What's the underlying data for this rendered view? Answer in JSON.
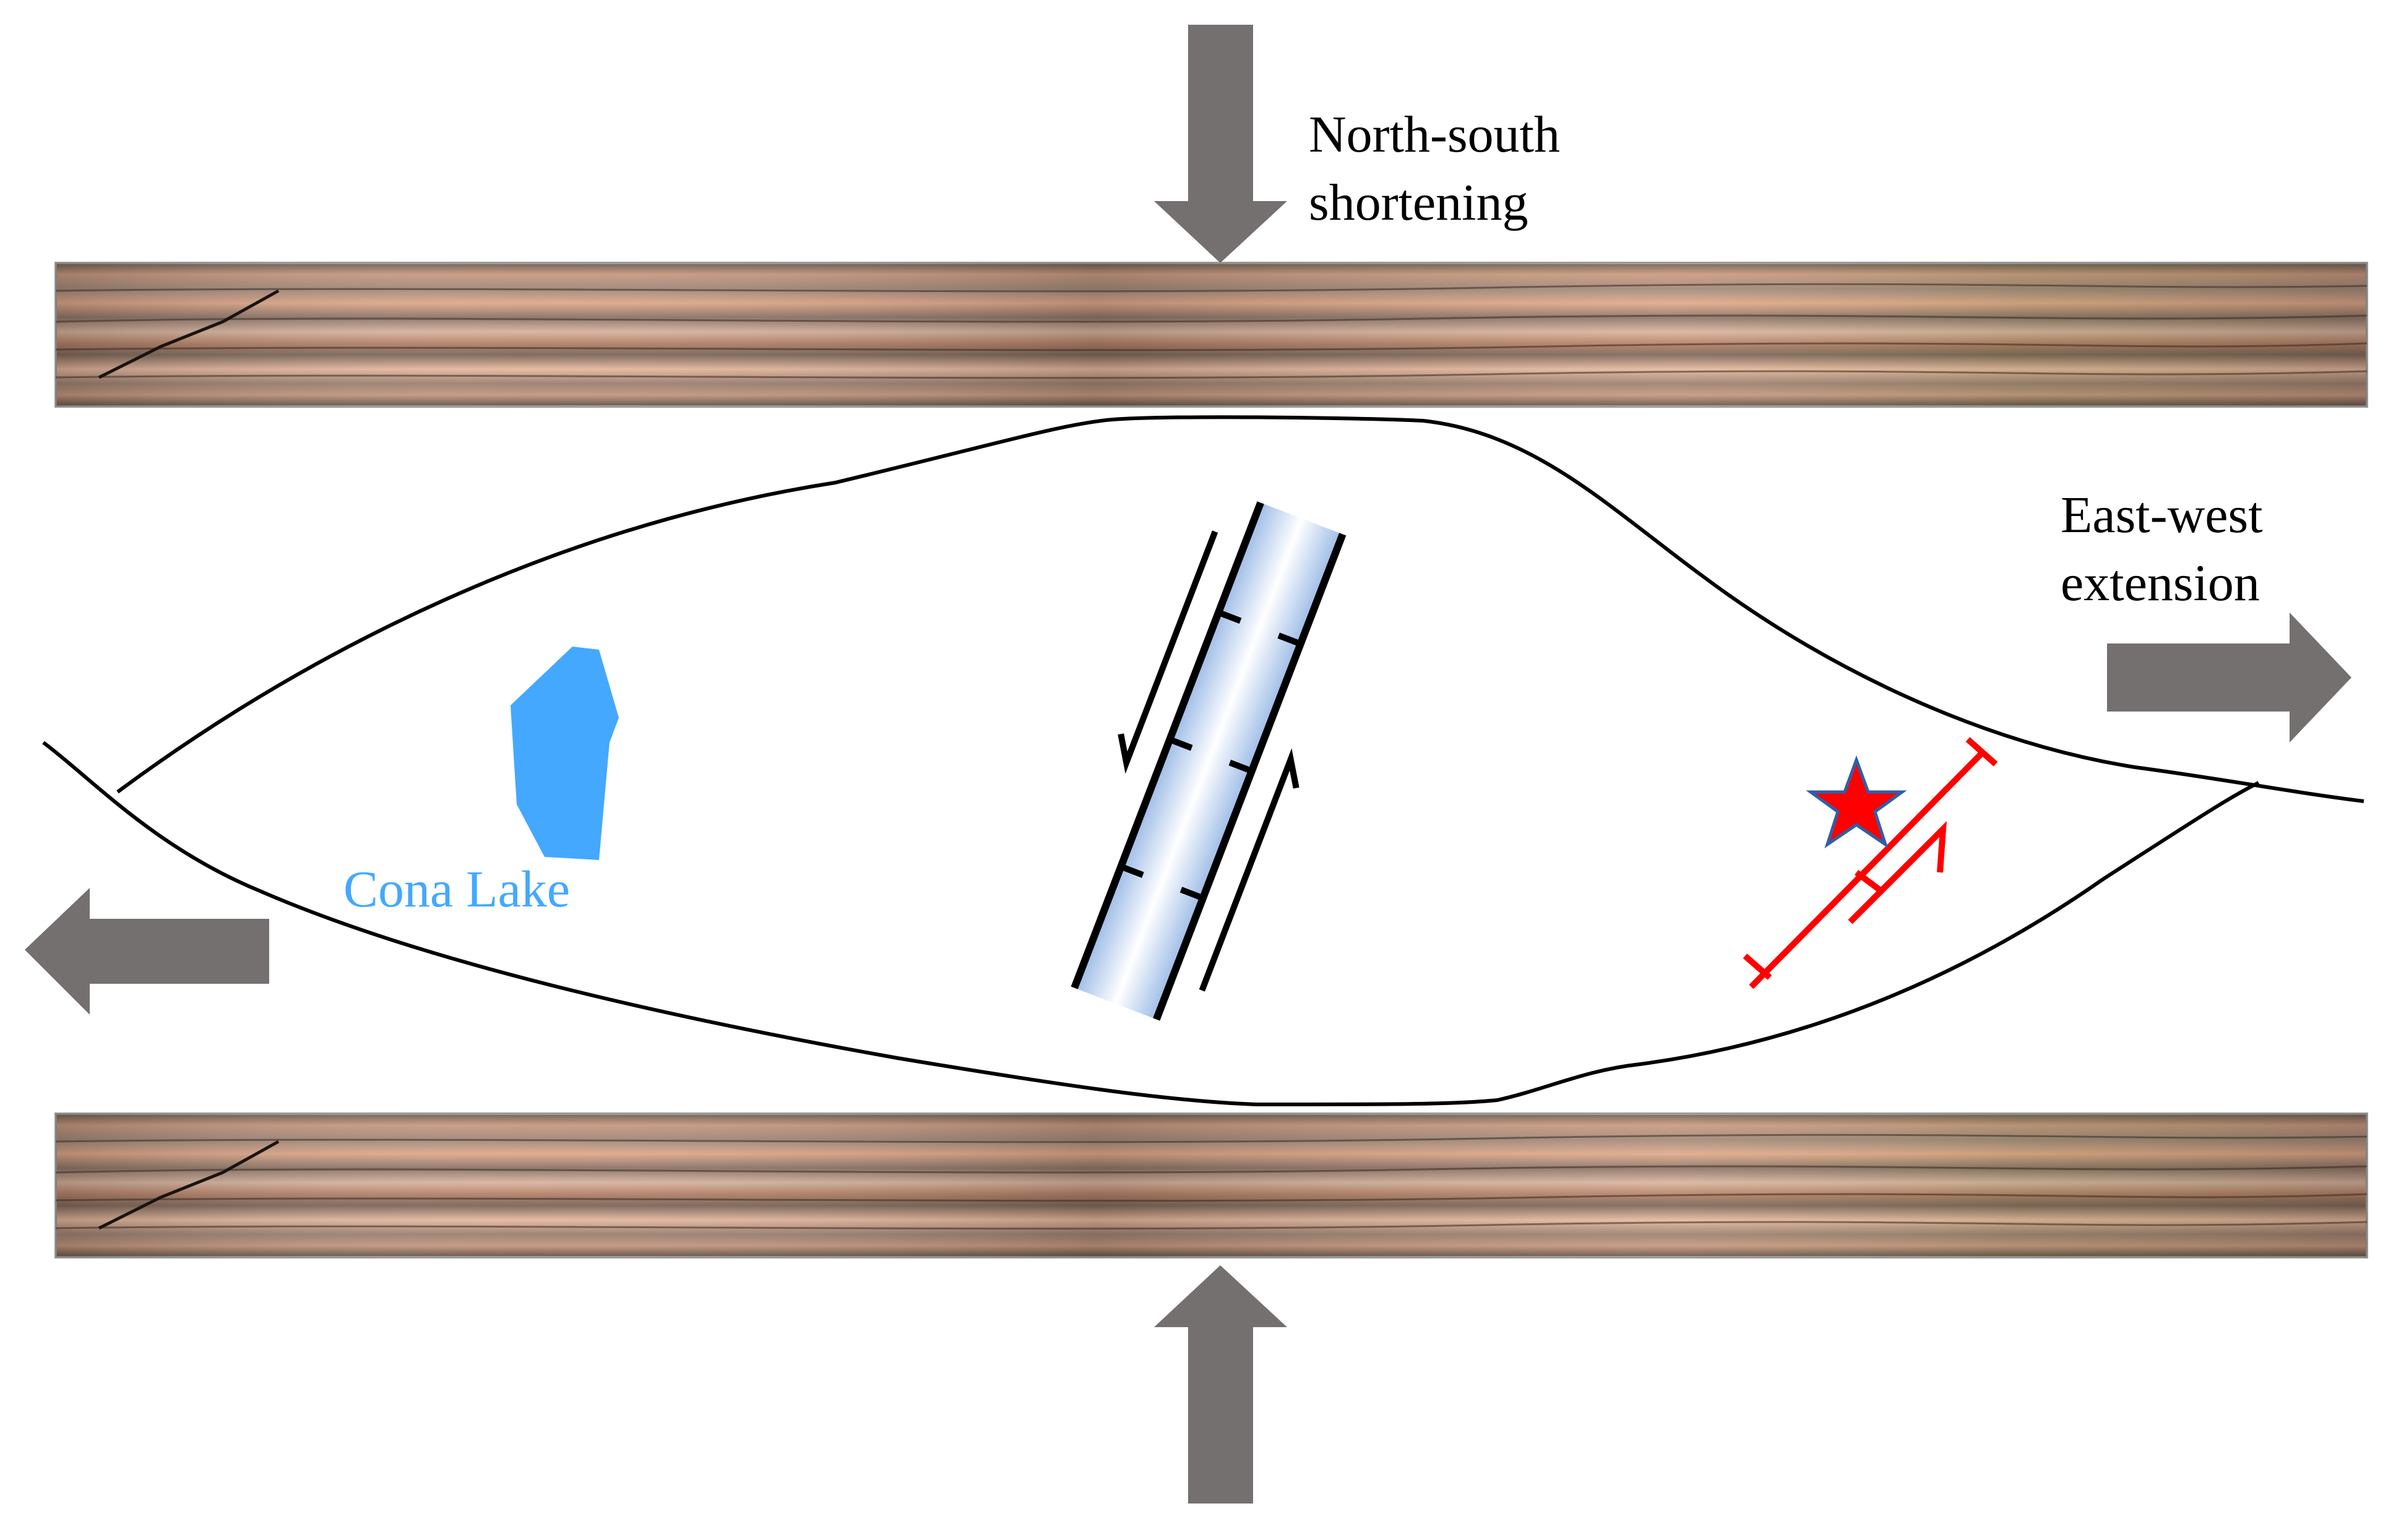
{
  "labels": {
    "shortening_line1": "North-south",
    "shortening_line2": "shortening",
    "extension_line1": "East-west",
    "extension_line2": "extension",
    "lake": "Cona Lake"
  },
  "colors": {
    "arrow": "#757070",
    "outline": "#000000",
    "lake": "#44a8ff",
    "lake_label": "#44a8ff",
    "fault": "#ff0000",
    "star_fill": "#ff0000",
    "star_stroke": "#2e5fa8",
    "basin_light": "#ffffff",
    "basin_dark": "#9cbbe6"
  },
  "icons": {
    "arrows": "block-arrow-icon",
    "epicenter": "star-icon",
    "rock_layer": "rock-strata-texture"
  }
}
